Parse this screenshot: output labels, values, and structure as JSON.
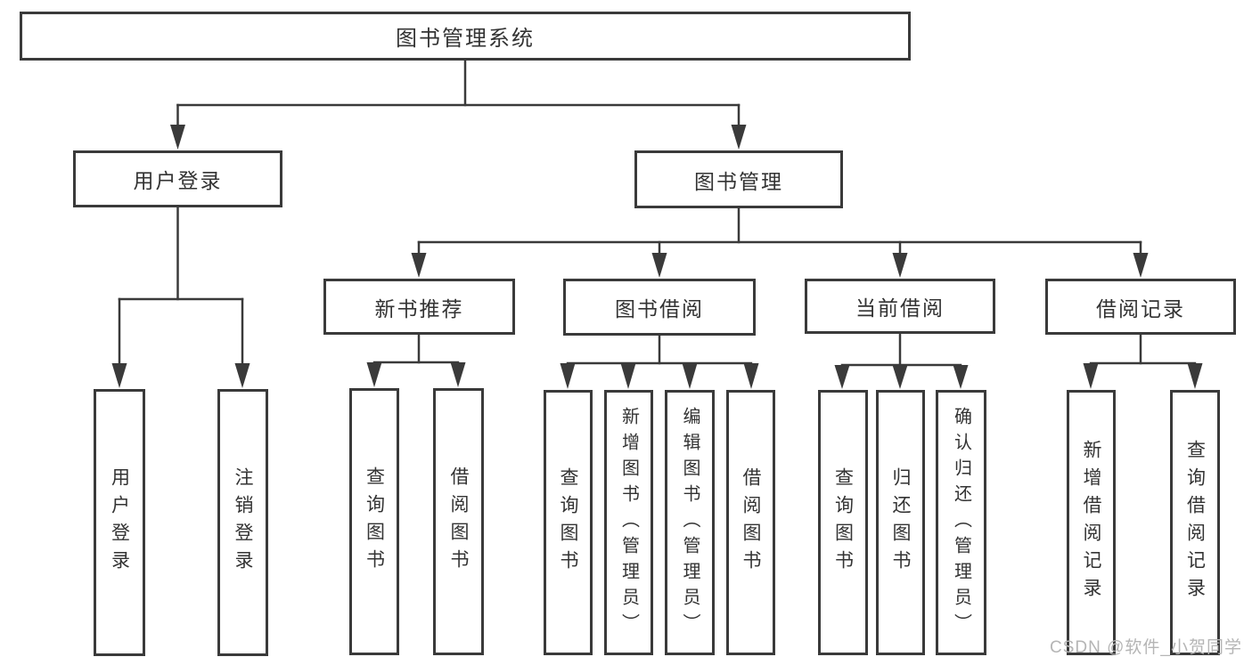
{
  "diagram": {
    "root": "图书管理系统",
    "level2": [
      "用户登录",
      "图书管理"
    ],
    "level3": [
      "新书推荐",
      "图书借阅",
      "当前借阅",
      "借阅记录"
    ],
    "leaves": {
      "login": [
        "用户登录",
        "注销登录"
      ],
      "recommend": [
        "查询图书",
        "借阅图书"
      ],
      "borrow": [
        "查询图书",
        "新增图书（管理员）",
        "编辑图书（管理员）",
        "借阅图书"
      ],
      "current": [
        "查询图书",
        "归还图书",
        "确认归还（管理员）"
      ],
      "records": [
        "新增借阅记录",
        "查询借阅记录"
      ]
    }
  },
  "watermark": "CSDN @软件_小贺同学",
  "colors": {
    "line": "#3a3a3a",
    "border": "#3a3a3a",
    "text": "#333333",
    "background": "#ffffff",
    "watermark": "#b5b5b5"
  }
}
